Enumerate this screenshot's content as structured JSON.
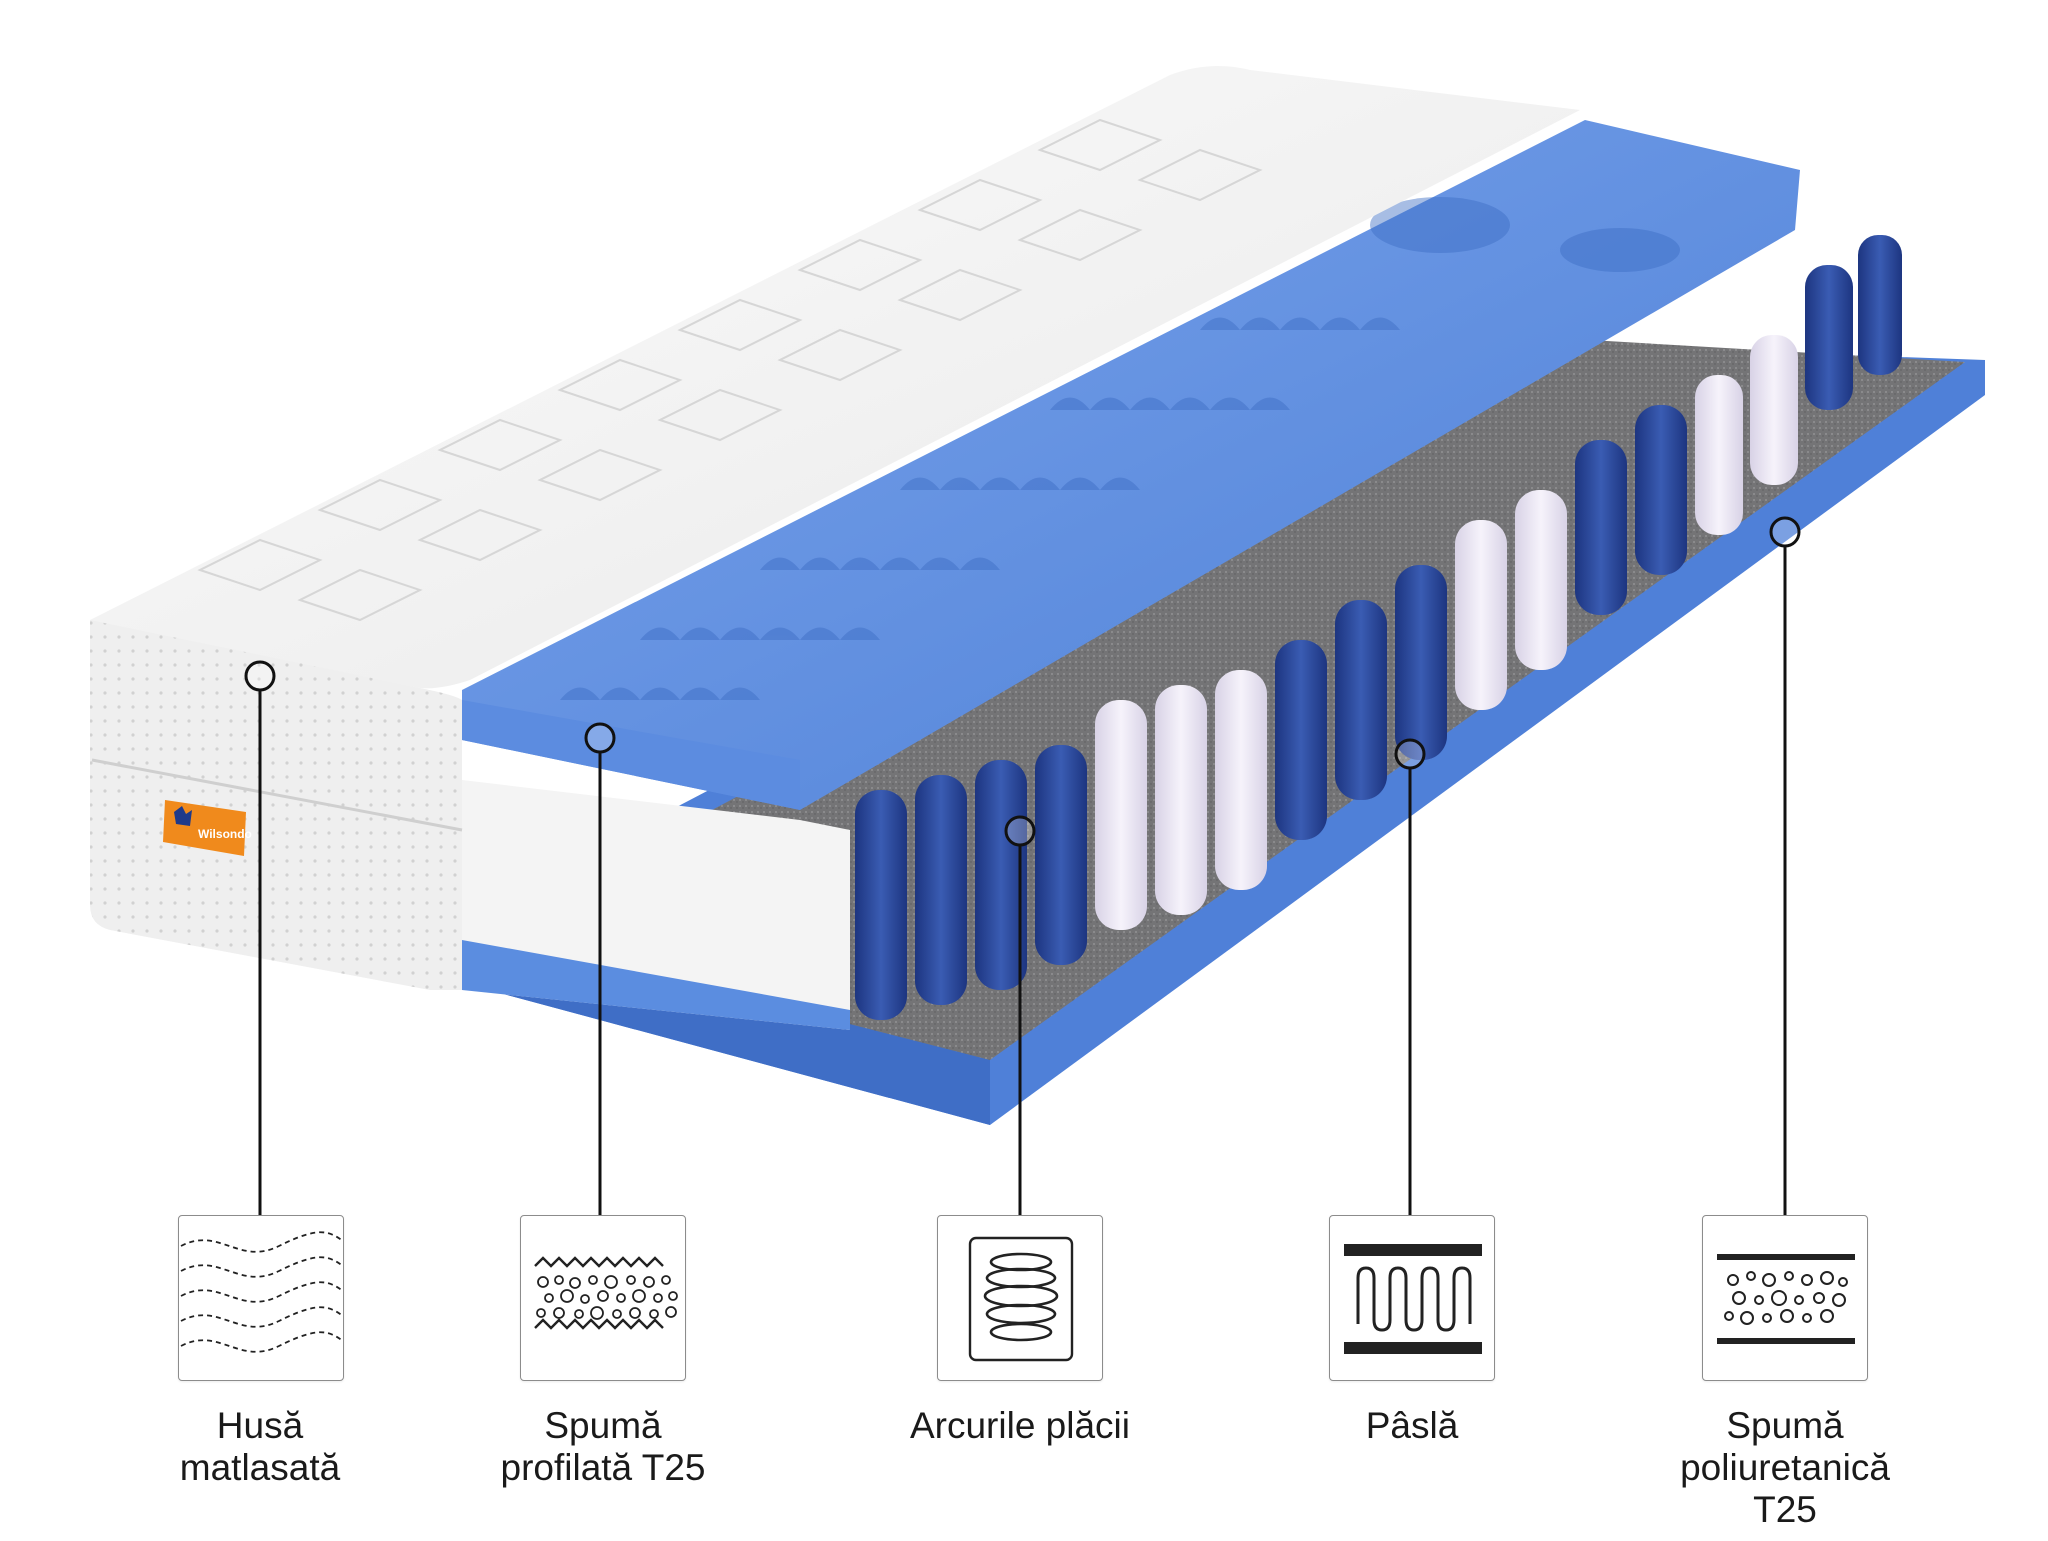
{
  "brand": {
    "name": "Wilsondo"
  },
  "colors": {
    "foam_blue": "#5b8de0",
    "spring_navy": "#233e8c",
    "spring_light": "#e9e4f2",
    "felt_gray": "#6e6e70",
    "cover_white": "#f4f4f4",
    "tag_orange": "#f08a1c"
  },
  "layers": [
    {
      "id": "cover",
      "icon": "quilted-cover-icon",
      "label_lines": [
        "Husă",
        "matlasată"
      ]
    },
    {
      "id": "profile",
      "icon": "profiled-foam-icon",
      "label_lines": [
        "Spumă",
        "profilată T25"
      ]
    },
    {
      "id": "springs",
      "icon": "pocket-spring-icon",
      "label_lines": [
        "Arcurile plăcii"
      ]
    },
    {
      "id": "felt",
      "icon": "felt-layer-icon",
      "label_lines": [
        "Pâslă"
      ]
    },
    {
      "id": "foam",
      "icon": "poly-foam-icon",
      "label_lines": [
        "Spumă",
        "poliuretanică",
        "T25"
      ]
    }
  ]
}
